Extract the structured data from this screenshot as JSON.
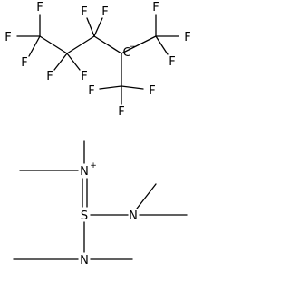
{
  "figure": {
    "molecule_1": {
      "atoms": {
        "F1": "F",
        "F2": "F",
        "F3": "F",
        "F4": "F",
        "F5": "F",
        "F6": "F",
        "F7": "F",
        "F8": "F",
        "F9": "F",
        "F10": "F",
        "F11": "F",
        "F12": "F",
        "F13": "F",
        "C_carbanion": "C",
        "carbanion_charge": "−"
      }
    },
    "molecule_2": {
      "atoms": {
        "N_cation": "N",
        "N_cation_charge": "+",
        "S": "S",
        "N_right": "N",
        "N_bottom": "N"
      }
    }
  }
}
